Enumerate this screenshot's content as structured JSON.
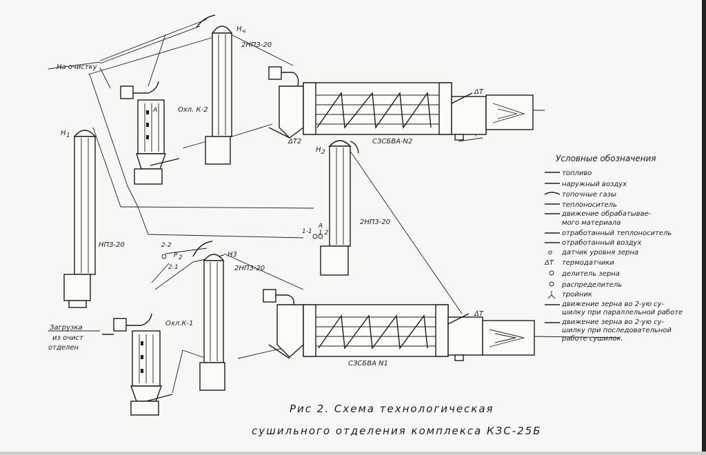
{
  "labels": {
    "na_ochistku": "На очистку",
    "h4": "Н",
    "h4_sub": "ч",
    "h1": "Н",
    "h1_sub": "1",
    "h2": "Н",
    "h2_sub": "2",
    "h3": "Н3",
    "npz20_top": "2НПЗ-20",
    "npz20_mid": "2НПЗ-20",
    "npz20_bot": "2НПЗ-20",
    "npz20_left": "НПЗ-20",
    "ohl_k2": "Охл. К-2",
    "ohl_k1": "Охл.К-1",
    "dryer_top": "СЗСБВА-N2",
    "dryer_bot": "СЗСБВА N1",
    "dt_top": "ΔТ",
    "dt2": "ΔТ2",
    "dt_bot": "ΔТ",
    "a_top": "А",
    "a_mid": "А",
    "mid_11": "1-1",
    "mid_12": "1 2",
    "p2": "Р",
    "p2_sub": "2",
    "lbl_22": "2-2",
    "lbl_21": "2-1",
    "zagruzka_1": "Загрузка",
    "zagruzka_2": "из очист",
    "zagruzka_3": "отделен"
  },
  "legend": {
    "title": "Условные обозначения",
    "items": [
      "топливо",
      "наружный воздух",
      "топочные газы",
      "теплоноситель",
      "движение обрабатывае-",
      "мого материала",
      "отработанный теплоноситель",
      "отработанный воздух",
      "датчик уровня зерна",
      "термодатчики",
      "делитель зерна",
      "распределитель",
      "тройник",
      "движение зерна во 2-ую су-",
      "шилку при параллельной работе",
      "движение зерна во 2-ую су-",
      "шилку при последовательной",
      "работе сушилок."
    ],
    "symbols": {
      "ld": "ΔТ",
      "od": "о"
    }
  },
  "caption": {
    "line1": "Рис 2. Схема технологическая",
    "line2": "сушильного отделения комплекса КЗС-25Б"
  }
}
